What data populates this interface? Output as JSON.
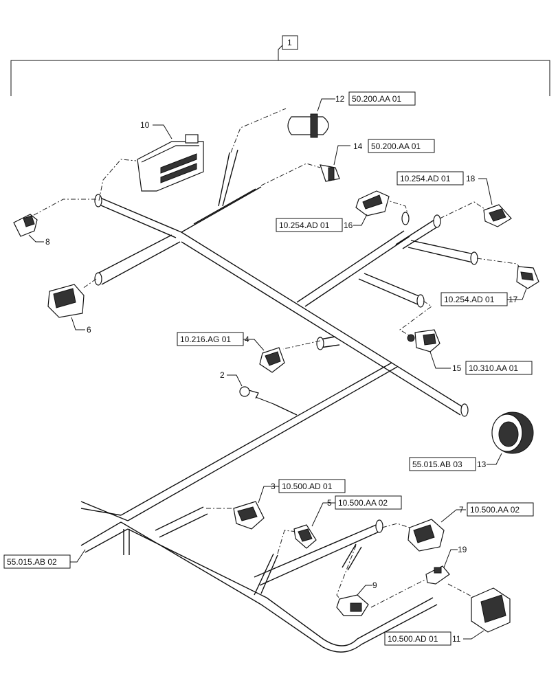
{
  "assembly_label": "1",
  "callouts": [
    {
      "id": "c1",
      "number": "12",
      "ref": "50.200.AA 01"
    },
    {
      "id": "c2",
      "number": "14",
      "ref": "50.200.AA 01"
    },
    {
      "id": "c3",
      "number": "10",
      "ref": ""
    },
    {
      "id": "c4",
      "number": "18",
      "ref": "10.254.AD 01"
    },
    {
      "id": "c5",
      "number": "16",
      "ref": "10.254.AD 01"
    },
    {
      "id": "c6",
      "number": "8",
      "ref": ""
    },
    {
      "id": "c7",
      "number": "17",
      "ref": "10.254.AD 01"
    },
    {
      "id": "c8",
      "number": "6",
      "ref": ""
    },
    {
      "id": "c9",
      "number": "4",
      "ref": "10.216.AG 01"
    },
    {
      "id": "c10",
      "number": "15",
      "ref": "10.310.AA 01"
    },
    {
      "id": "c11",
      "number": "2",
      "ref": ""
    },
    {
      "id": "c12",
      "number": "13",
      "ref": "55.015.AB 03"
    },
    {
      "id": "c13",
      "number": "3",
      "ref": "10.500.AD 01"
    },
    {
      "id": "c14",
      "number": "5",
      "ref": "10.500.AA 02"
    },
    {
      "id": "c15",
      "number": "7",
      "ref": "10.500.AA 02"
    },
    {
      "id": "c16",
      "number": "19",
      "ref": ""
    },
    {
      "id": "c17",
      "number": "9",
      "ref": ""
    },
    {
      "id": "c18",
      "number": "11",
      "ref": "10.500.AD 01"
    },
    {
      "id": "c19",
      "number": "",
      "ref": "55.015.AB 02"
    }
  ]
}
